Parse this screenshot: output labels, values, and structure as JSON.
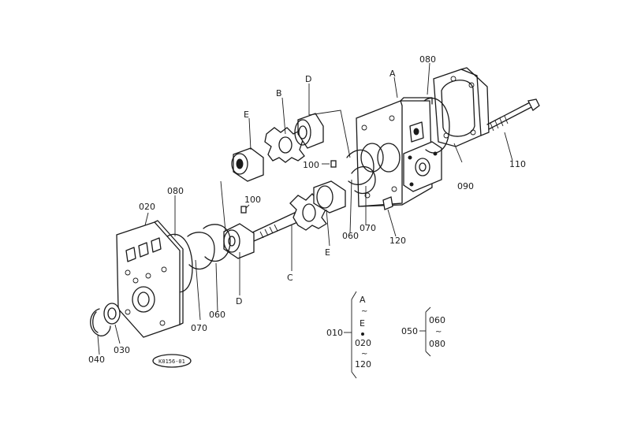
{
  "diagram_code": "K0156-01",
  "parts": {
    "A": "A",
    "B": "B",
    "C": "C",
    "D_top": "D",
    "D_bottom": "D",
    "E_top": "E",
    "E_mid": "E",
    "p010": "010",
    "p020": "020",
    "p030": "030",
    "p040": "040",
    "p050": "050",
    "p060_left": "060",
    "p060_right": "060",
    "p070_left": "070",
    "p070_right": "070",
    "p080_left": "080",
    "p080_right": "080",
    "p090": "090",
    "p100_top": "100",
    "p100_mid": "100",
    "p110": "110",
    "p120": "120"
  },
  "legend_010": {
    "label": "010",
    "from_top": "A",
    "to_top": "E",
    "from_bottom": "020",
    "to_bottom": "120"
  },
  "legend_050": {
    "label": "050",
    "from": "060",
    "to": "080"
  }
}
